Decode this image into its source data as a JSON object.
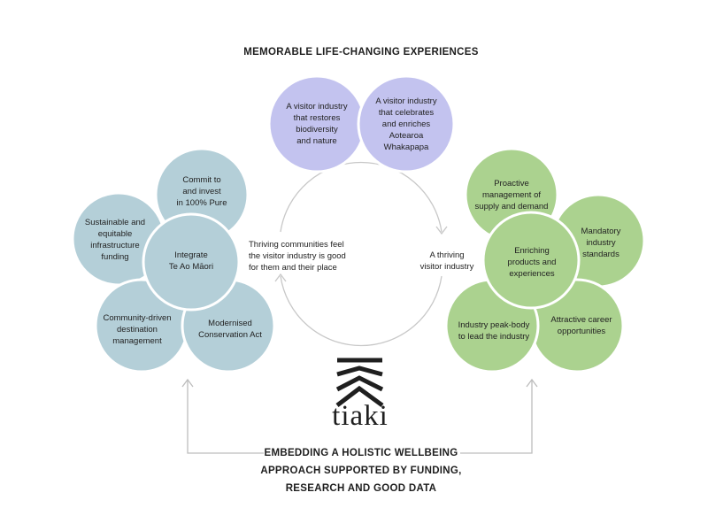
{
  "colors": {
    "purple": "#c3c3ef",
    "blue": "#b4cfd8",
    "green": "#abd28f",
    "line": "#bdbdbd",
    "text": "#222222"
  },
  "top_heading": "MEMORABLE LIFE-CHANGING EXPERIENCES",
  "bottom_heading": "EMBEDDING A HOLISTIC WELLBEING\nAPPROACH SUPPORTED BY FUNDING,\nRESEARCH AND GOOD DATA",
  "purple_group": {
    "left": "A visitor industry\nthat restores\nbiodiversity\nand nature",
    "right": "A visitor industry\nthat celebrates\nand enriches\nAotearoa\nWhakapapa"
  },
  "blue_group": {
    "top": "Commit to\nand invest\nin 100% Pure",
    "left": "Sustainable and\nequitable\ninfrastructure\nfunding",
    "center": "Integrate\nTe Ao Māori",
    "bottom_left": "Community-driven\ndestination\nmanagement",
    "bottom_right": "Modernised\nConservation Act"
  },
  "green_group": {
    "top": "Proactive\nmanagement of\nsupply and demand",
    "right": "Mandatory\nindustry\nstandards",
    "center": "Enriching\nproducts and\nexperiences",
    "bottom_left": "Industry peak-body\nto lead the industry",
    "bottom_right": "Attractive career\nopportunities"
  },
  "cycle": {
    "left_text": "Thriving communities feel\nthe visitor industry is good\nfor them and their place",
    "right_text": "A thriving\nvisitor industry"
  },
  "logo": {
    "icon": "tiaki-chevron-logo-icon",
    "text": "tiaki"
  }
}
